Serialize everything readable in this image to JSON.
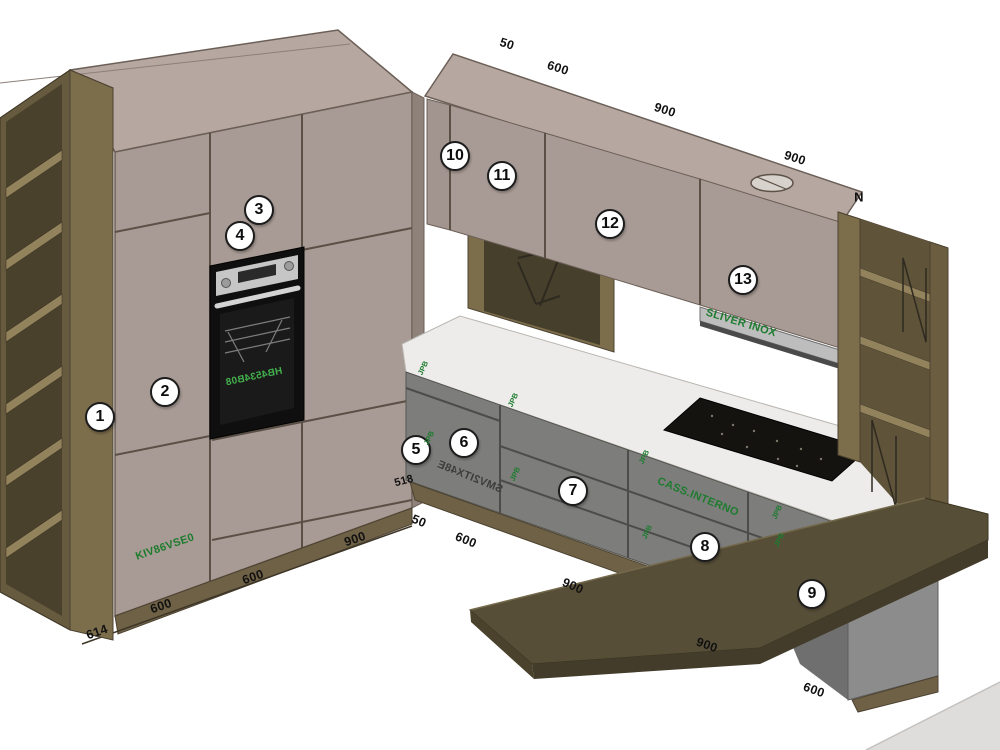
{
  "scene": "3D kitchen cabinet layout drawing with numbered callouts",
  "colors": {
    "accent_green": "#1d7c2e",
    "cabinet_front": "#a89a94",
    "olive_panel": "#7c6d4b",
    "countertop": "#edecea",
    "base_gray": "#7d7d7c",
    "peninsula_top": "#574e38"
  },
  "callouts": [
    "1",
    "2",
    "3",
    "4",
    "5",
    "6",
    "7",
    "8",
    "9",
    "10",
    "11",
    "12",
    "13"
  ],
  "dimensions": {
    "top": [
      "50",
      "600",
      "900",
      "900"
    ],
    "left_bottom": [
      "614",
      "600",
      "600",
      "900"
    ],
    "corner": [
      "518",
      "50",
      "600"
    ],
    "peninsula": [
      "900",
      "900",
      "600"
    ],
    "north_marker": "N"
  },
  "labels": {
    "fridge_model": "KIV86VSE0",
    "oven_model": "HB4534B08",
    "dishwasher_model": "SMV2ITX48E",
    "hood_label": "SLIVER INOX",
    "drawer_label": "CASS.INTERNO",
    "drawer_tag": "JPB"
  }
}
